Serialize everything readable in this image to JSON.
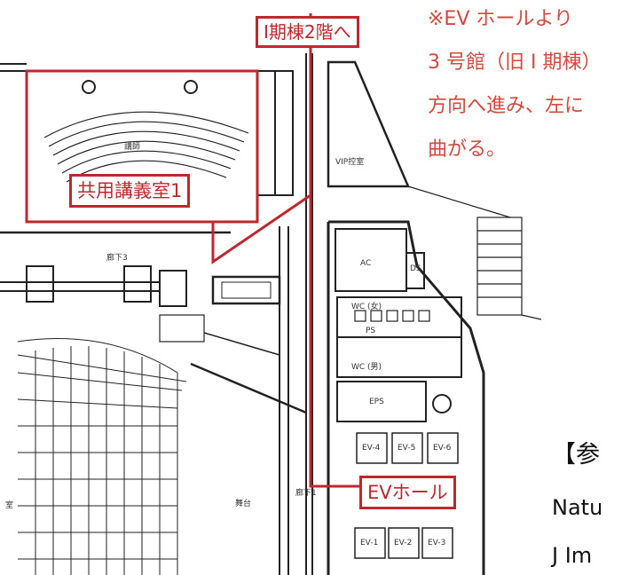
{
  "labels": {
    "to_building": "I期棟2階へ",
    "lecture_room": "共用講義室1",
    "ev_hall": "EVホール",
    "note": [
      "※EV ホールより",
      "3 号館（旧 I 期棟）",
      "方向へ進み、左に",
      "曲がる。"
    ],
    "ref_heading": "【参",
    "ref_line2": "Natu",
    "ref_line3": "J Im"
  },
  "rooms": {
    "vip": "VIP控室",
    "ac": "AC",
    "ds": "DS",
    "wc_m": "WC (女)",
    "ps": "PS",
    "wc_f": "WC (男)",
    "eps": "EPS",
    "stage": "舞台",
    "corridor": "廊下3",
    "corridor2": "廊下1",
    "speaker": "講師",
    "side": "室",
    "ev_upper": [
      "EV-4",
      "EV-5",
      "EV-6"
    ],
    "ev_lower": [
      "EV-1",
      "EV-2",
      "EV-3"
    ]
  },
  "colors": {
    "highlight": "#c0272d",
    "note": "#d4483e",
    "lines": "#222222"
  }
}
